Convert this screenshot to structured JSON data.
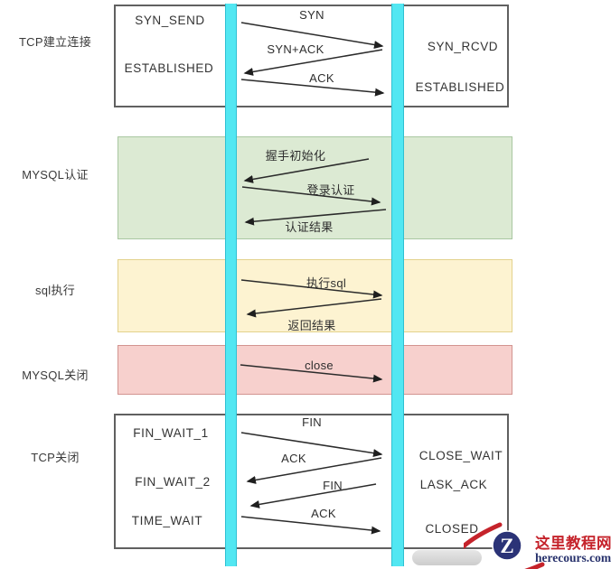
{
  "diagram": {
    "sections": [
      {
        "id": "tcp-open",
        "label": "TCP建立连接",
        "left_states": [
          "SYN_SEND",
          "ESTABLISHED"
        ],
        "right_states": [
          "SYN_RCVD",
          "ESTABLISHED"
        ],
        "messages": [
          {
            "text": "SYN",
            "direction": "right"
          },
          {
            "text": "SYN+ACK",
            "direction": "left"
          },
          {
            "text": "ACK",
            "direction": "right"
          }
        ]
      },
      {
        "id": "mysql-auth",
        "label": "MYSQL认证",
        "left_states": [],
        "right_states": [],
        "messages": [
          {
            "text": "握手初始化",
            "direction": "left"
          },
          {
            "text": "登录认证",
            "direction": "right"
          },
          {
            "text": "认证结果",
            "direction": "left"
          }
        ]
      },
      {
        "id": "sql-exec",
        "label": "sql执行",
        "left_states": [],
        "right_states": [],
        "messages": [
          {
            "text": "执行sql",
            "direction": "right"
          },
          {
            "text": "返回结果",
            "direction": "left"
          }
        ]
      },
      {
        "id": "mysql-close",
        "label": "MYSQL关闭",
        "left_states": [],
        "right_states": [],
        "messages": [
          {
            "text": "close",
            "direction": "right"
          }
        ]
      },
      {
        "id": "tcp-close",
        "label": "TCP关闭",
        "left_states": [
          "FIN_WAIT_1",
          "FIN_WAIT_2",
          "TIME_WAIT"
        ],
        "right_states": [
          "CLOSE_WAIT",
          "LASK_ACK",
          "CLOSED"
        ],
        "messages": [
          {
            "text": "FIN",
            "direction": "right"
          },
          {
            "text": "ACK",
            "direction": "left"
          },
          {
            "text": "FIN",
            "direction": "left"
          },
          {
            "text": "ACK",
            "direction": "right"
          }
        ]
      }
    ]
  },
  "watermark": {
    "site_name": "这里教程网",
    "site_url": "herecours.com",
    "logo_letter": "Z",
    "brand_red": "#c5232b",
    "brand_navy": "#26306b"
  },
  "colors": {
    "lifeline_fill": "#52e7f2",
    "lifeline_border": "#2fc0d2",
    "white_box_border": "#606060",
    "auth_box_fill": "#dcead3",
    "auth_box_border": "#a9c7a1",
    "sql_box_fill": "#fdf3d1",
    "sql_box_border": "#e3d28c",
    "close_box_fill": "#f7d0cd",
    "close_box_border": "#d29490",
    "arrow_color": "#2b2b2b"
  }
}
